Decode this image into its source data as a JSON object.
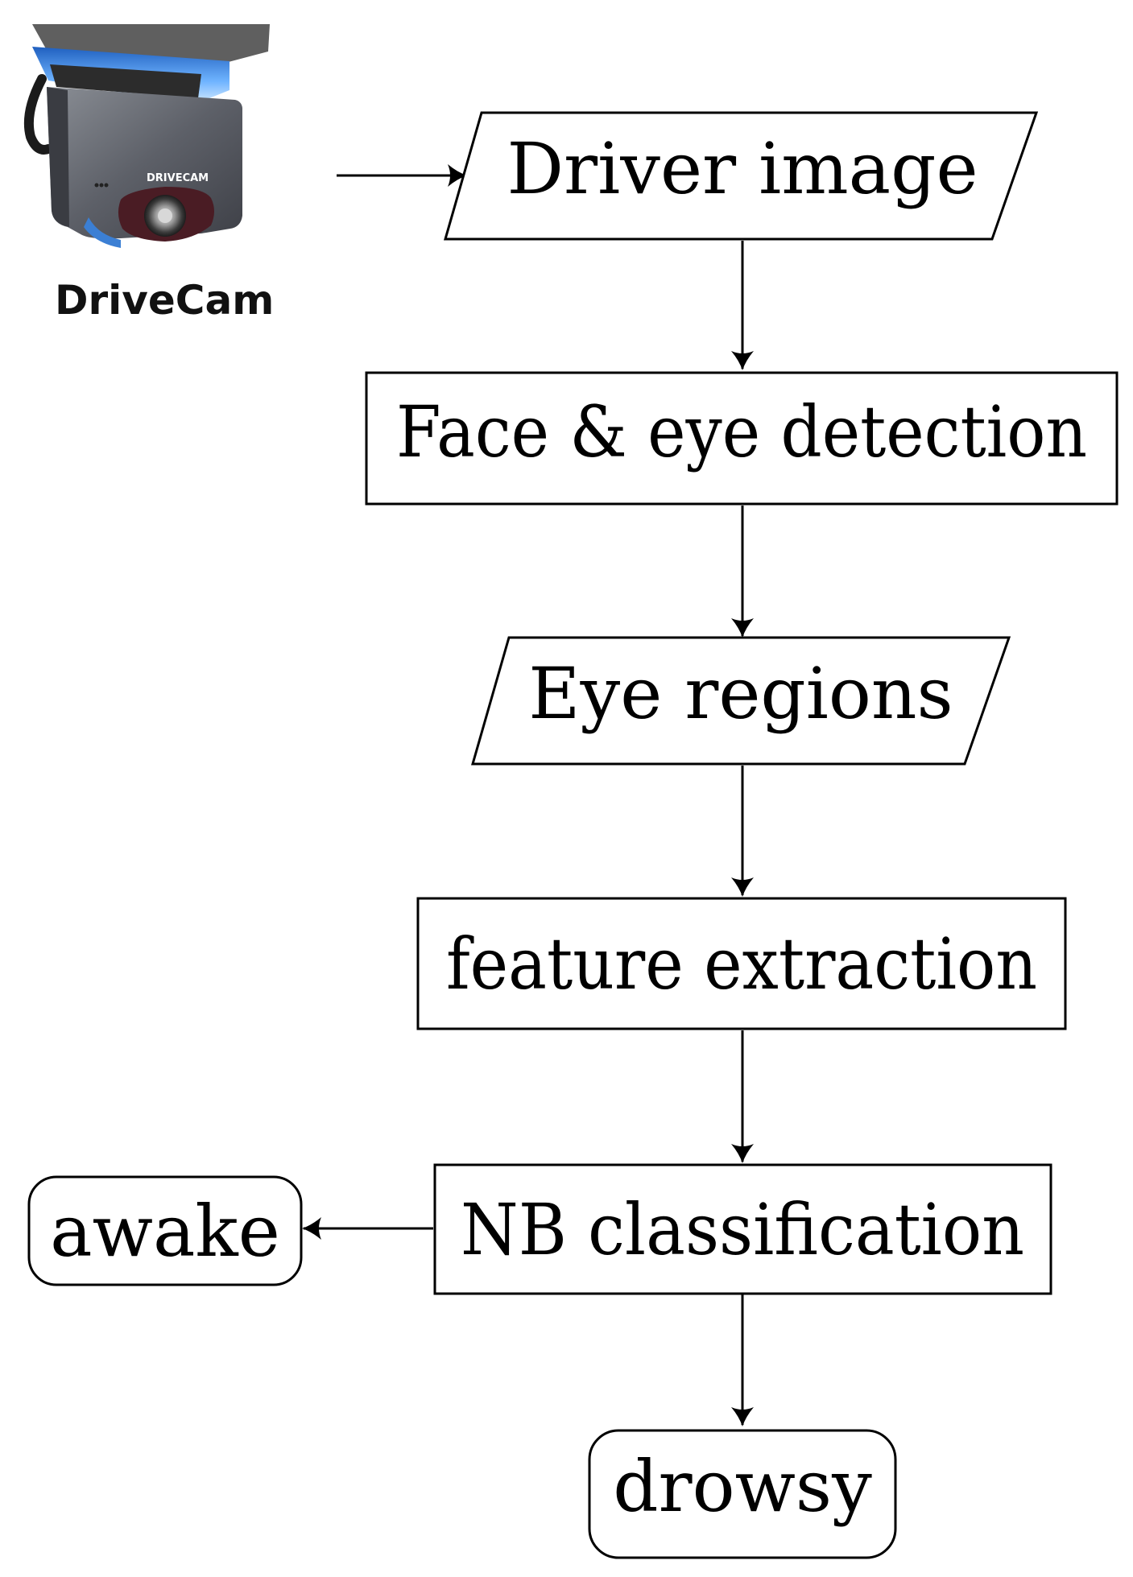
{
  "camera": {
    "label": "DriveCam",
    "brand": "DRIVECAM"
  },
  "nodes": {
    "driver_image": "Driver image",
    "face_eye_detection": "Face & eye detection",
    "eye_regions": "Eye regions",
    "feature_extraction": "feature extraction",
    "nb_classification": "NB classification",
    "awake": "awake",
    "drowsy": "drowsy"
  },
  "colors": {
    "stroke": "#000000",
    "background": "#ffffff",
    "camera_body": "#6b6e75",
    "camera_accent": "#3b7fd4",
    "lens_housing": "#4a1c24"
  }
}
